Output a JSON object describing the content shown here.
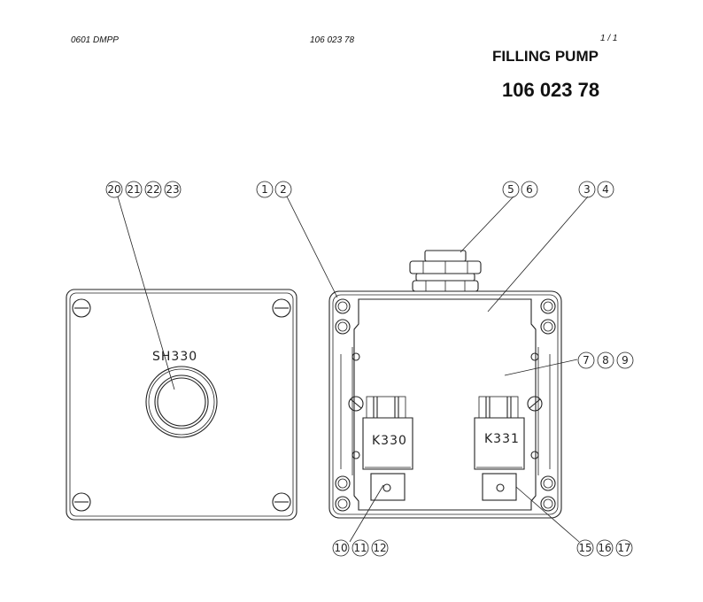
{
  "header": {
    "left": "0601 DMPP",
    "middle": "106 023 78",
    "page": "1 /   1",
    "title": "FILLING PUMP",
    "part_number": "106 023 78"
  },
  "labels": {
    "switch": "SH330",
    "relay_left": "K330",
    "relay_right": "K331"
  },
  "balloons": {
    "b20": "20",
    "b21": "21",
    "b22": "22",
    "b23": "23",
    "b1": "1",
    "b2": "2",
    "b5": "5",
    "b6": "6",
    "b3": "3",
    "b4": "4",
    "b7": "7",
    "b8": "8",
    "b9": "9",
    "b10": "10",
    "b11": "11",
    "b12": "12",
    "b15": "15",
    "b16": "16",
    "b17": "17"
  }
}
